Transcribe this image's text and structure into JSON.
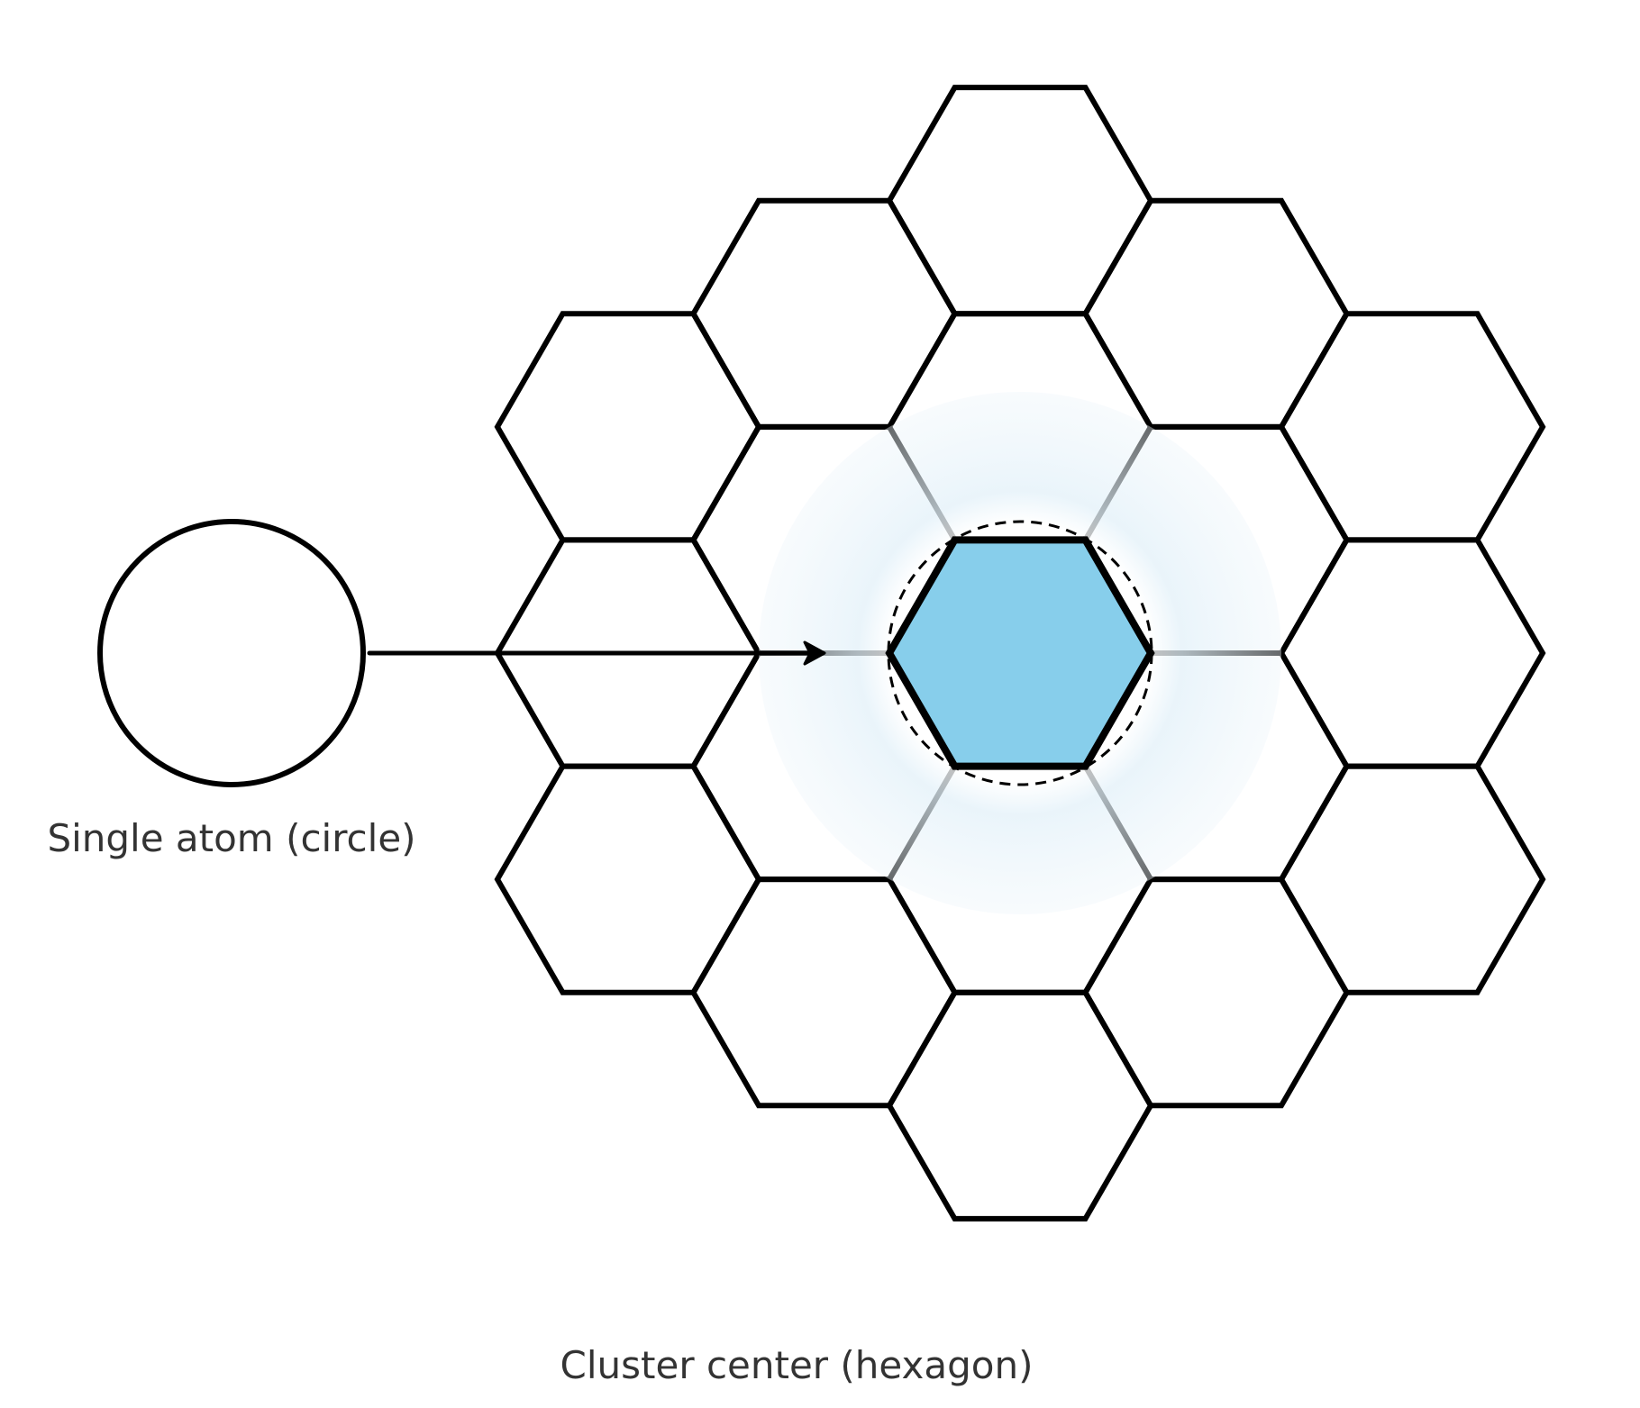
{
  "labels": {
    "single_atom": "Single atom (circle)",
    "cluster_center": "Cluster center (hexagon)"
  },
  "colors": {
    "stroke": "#000000",
    "center_fill": "#87ceeb",
    "glow": "#d6ebf6",
    "text": "#333333"
  },
  "lattice": {
    "columns": [
      {
        "col": -2,
        "rows": [
          -1,
          0,
          1
        ]
      },
      {
        "col": -1,
        "rows": [
          -1.5,
          -0.5,
          0.5,
          1.5
        ]
      },
      {
        "col": 0,
        "rows": [
          -2,
          -1,
          0,
          1,
          2
        ]
      },
      {
        "col": 1,
        "rows": [
          -1.5,
          -0.5,
          0.5,
          1.5
        ]
      },
      {
        "col": 2,
        "rows": [
          -1,
          0,
          1
        ]
      }
    ],
    "highlighted": {
      "col": 0,
      "row": 0
    }
  }
}
